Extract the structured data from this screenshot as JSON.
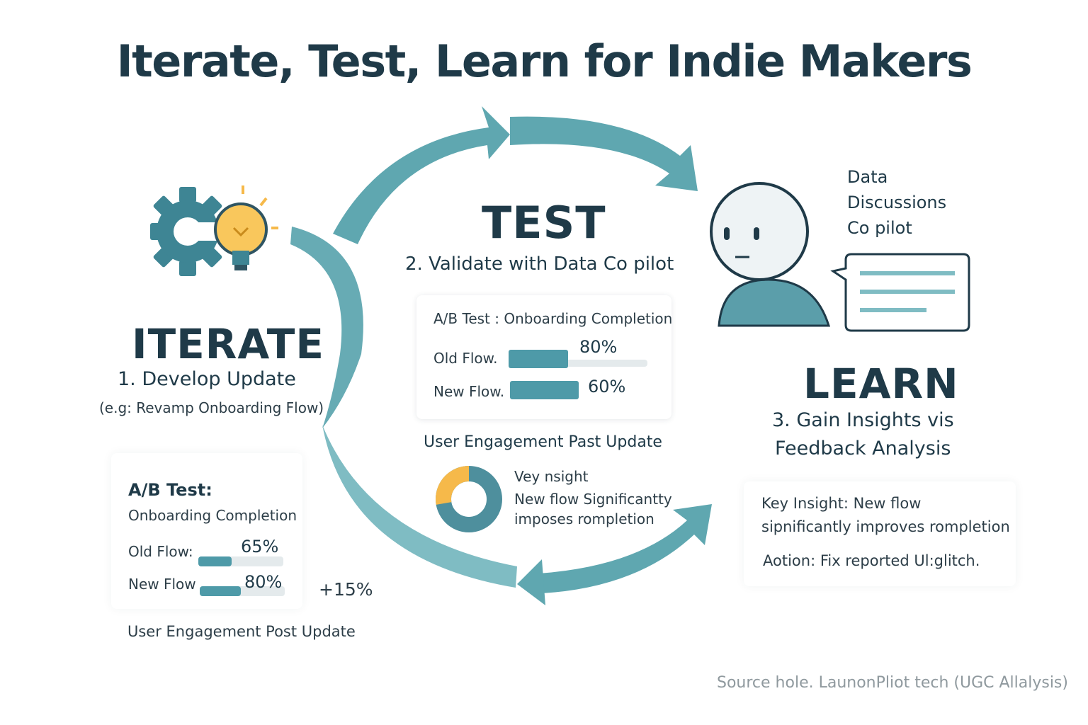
{
  "title": "Iterate, Test, Learn for Indie Makers",
  "colors": {
    "accent": "#5fa7b0",
    "dark_text": "#1f3a48",
    "bulb": "#f6b94a",
    "gear": "#3e8594"
  },
  "icons": [
    "gear-icon",
    "lightbulb-icon",
    "person-avatar-icon",
    "speech-bubble-icon",
    "donut-chart-icon"
  ],
  "iterate": {
    "title": "ITERATE",
    "subtitle": "1. Develop Update",
    "example": "(e.g: Revamp Onboarding Flow)",
    "card": {
      "heading": "A/B Test:",
      "subheading": "Onboarding Completion",
      "rows": [
        {
          "label": "Old Flow:",
          "value": "65%",
          "fraction": 0.65
        },
        {
          "label": "New Flow",
          "value": "80%",
          "fraction": 0.8
        }
      ],
      "delta": "+15%"
    },
    "caption": "User Engagement Post Update"
  },
  "test": {
    "title": "TEST",
    "subtitle": "2. Validate with Data Co pilot",
    "card": {
      "heading": "A/B Test : Onboarding Completion",
      "rows": [
        {
          "label": "Old Flow.",
          "value": "80%",
          "fraction": 0.8
        },
        {
          "label": "New Flow.",
          "value": "60%",
          "fraction": 0.6
        }
      ]
    },
    "engagement_title": "User Engagement Past Update",
    "insight": {
      "line1": "Vey nsight",
      "line2": "New flow Significantty",
      "line3": "imposes rompletion"
    }
  },
  "learn": {
    "title": "LEARN",
    "subtitle_line1": "3. Gain Insights vis",
    "subtitle_line2": "Feedback Analysis",
    "persona_label": {
      "line1": "Data",
      "line2": "Discussions",
      "line3": "Co pilot"
    },
    "card": {
      "line1": "Key Insight: New flow",
      "line2": "sipnificantly improves rompletion",
      "line3": "Aotion: Fix reported Ul:glitch."
    }
  },
  "source": "Source hole. LaunonPliot tech (UGC Allalysis)"
}
